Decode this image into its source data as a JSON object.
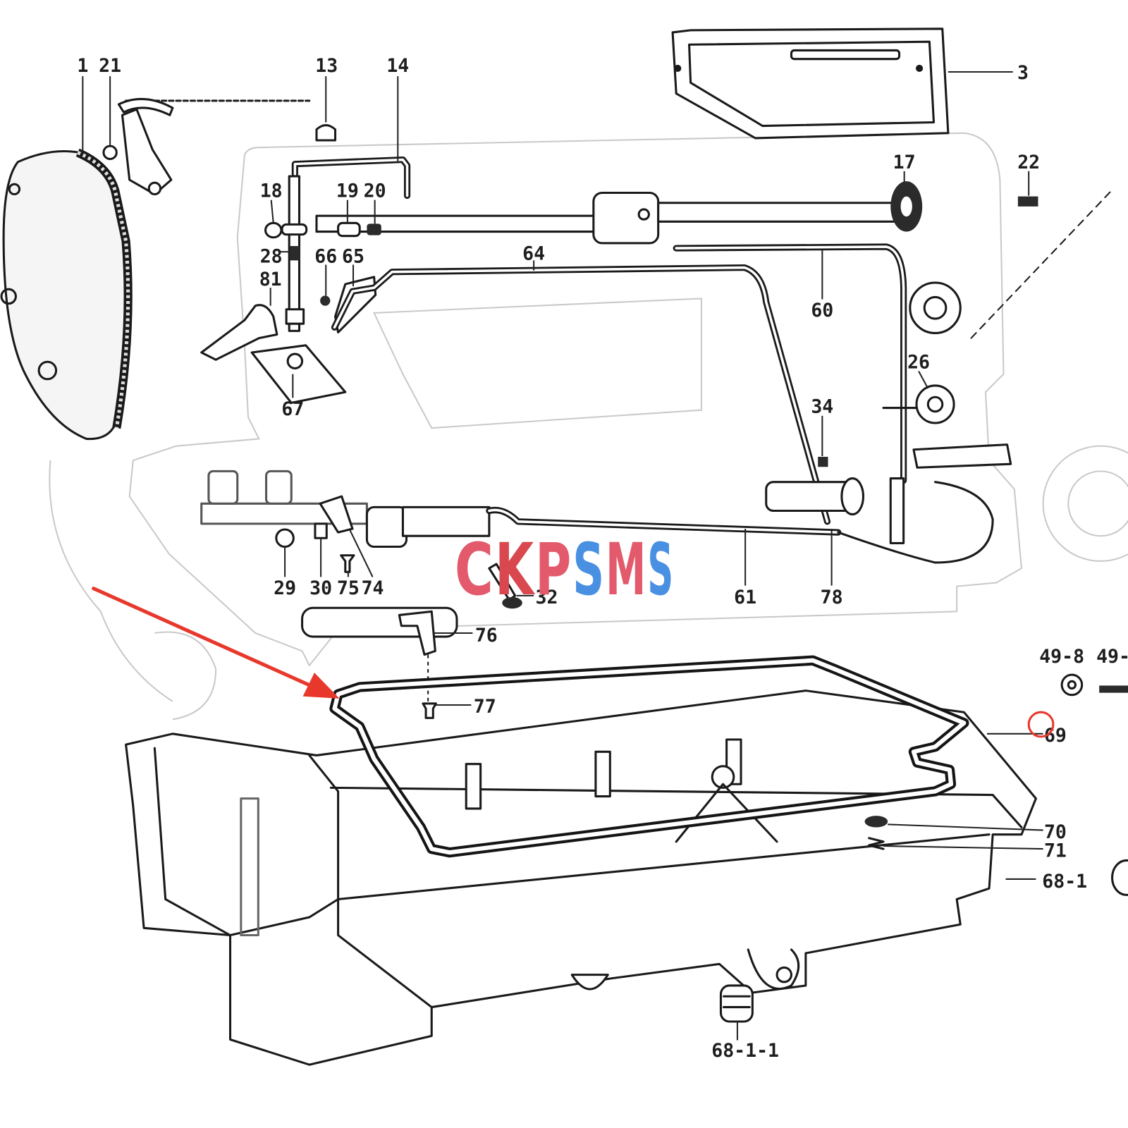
{
  "part_numbers": [
    "1",
    "21",
    "13",
    "14",
    "3",
    "17",
    "22",
    "18",
    "19",
    "20",
    "28",
    "66",
    "65",
    "64",
    "60",
    "81",
    "67",
    "26",
    "34",
    "29",
    "30",
    "75",
    "74",
    "32",
    "61",
    "78",
    "76",
    "77",
    "49-8",
    "49-",
    "69",
    "70",
    "71",
    "68-1",
    "68-1-1"
  ],
  "logo": {
    "letters": [
      "C",
      "K",
      "P",
      "S",
      "M",
      "S"
    ],
    "colors": [
      "#e25a6b",
      "#d9474f",
      "#e25a6b",
      "#4a90e2",
      "#e25a6b",
      "#4a90e2"
    ]
  },
  "colors": {
    "annotation": "#e8382c",
    "line": "#1a1a1a",
    "faint": "#c9c9c9"
  }
}
